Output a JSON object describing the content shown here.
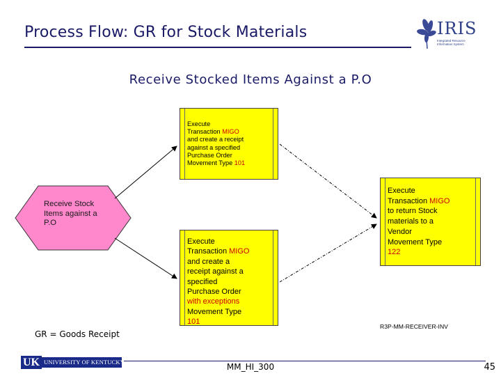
{
  "header": {
    "title": "Process Flow: GR for Stock Materials",
    "logo_text": "IRIS",
    "logo_subtext": "Integrated Resource Information System"
  },
  "subtitle": "Receive Stocked Items Against a P.O",
  "start_node": {
    "label": "Receive Stock Items against a P.O"
  },
  "box1": {
    "line1": "Execute",
    "line2_pre": "Transaction ",
    "line2_code": "MIGO",
    "line3": "and create a receipt",
    "line4": "against a specified",
    "line5": "Purchase Order",
    "line6_pre": "Movement Type ",
    "line6_code": "101"
  },
  "box2": {
    "line1": "Execute",
    "line2_pre": "Transaction ",
    "line2_code": "MIGO",
    "line3": "and create a",
    "line4": "receipt against a",
    "line5": "specified",
    "line6": "Purchase Order",
    "line7": "with exceptions",
    "line8": "Movement Type",
    "line9": "101"
  },
  "box3": {
    "line1": "Execute",
    "line2_pre": "Transaction ",
    "line2_code": "MIGO",
    "line3": "to return Stock",
    "line4": "materials to a",
    "line5": "Vendor",
    "line6": "Movement Type",
    "line7": "122"
  },
  "notes": {
    "gr_definition": "GR = Goods Receipt",
    "report_code": "R3P-MM-RECEIVER-INV"
  },
  "footer": {
    "university_abbr": "UK",
    "university_name": "UNIVERSITY OF KENTUCKY",
    "course_code": "MM_HI_300",
    "page_number": "45"
  },
  "colors": {
    "box_fill": "#ffff00",
    "hexagon_fill": "#ff88cc",
    "accent_red": "#cc0000",
    "title_blue": "#1a1a66"
  }
}
